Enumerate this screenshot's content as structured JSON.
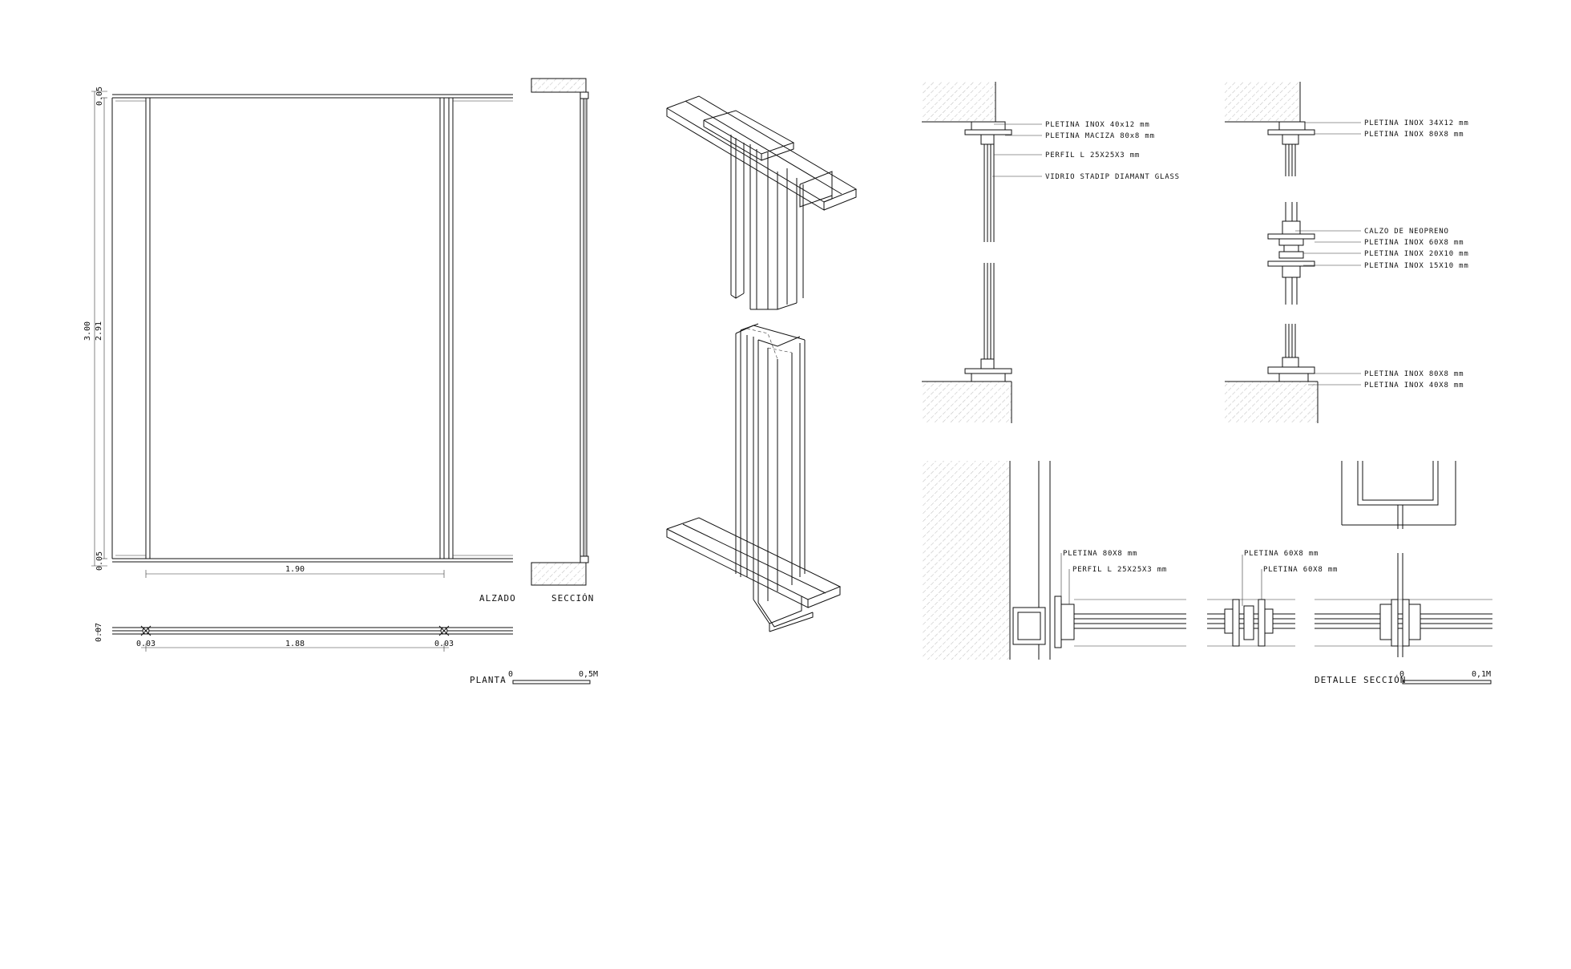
{
  "elevation": {
    "title": "ALZADO",
    "dim_total_height": "3.00",
    "dim_inner_height": "2.91",
    "dim_top": "0.05",
    "dim_bottom": "0.05",
    "dim_width": "1.90"
  },
  "section": {
    "title": "SECCIÓN"
  },
  "plan": {
    "title": "PLANTA",
    "dim_depth": "0.07",
    "dim_left": "0.03",
    "dim_center": "1.88",
    "dim_right": "0.03",
    "scale_start": "0",
    "scale_end": "0,5M"
  },
  "detail_top_left": {
    "labels": [
      "PLETINA INOX 40x12 mm",
      "PLETINA MACIZA 80x8 mm",
      "PERFIL L 25X25X3 mm",
      "VIDRIO STADIP DIAMANT GLASS"
    ]
  },
  "detail_top_right": {
    "labels_top": [
      "PLETINA INOX 34X12 mm",
      "PLETINA INOX 80X8 mm"
    ],
    "labels_mid": [
      "CALZO DE NEOPRENO",
      "PLETINA INOX 60X8 mm",
      "PLETINA INOX 20X10 mm",
      "PLETINA INOX 15X10 mm"
    ],
    "labels_bottom": [
      "PLETINA INOX 80X8 mm",
      "PLETINA INOX 40X8 mm"
    ]
  },
  "detail_plan": {
    "labels_left": [
      "PLETINA 80X8 mm",
      "PERFIL L 25X25X3 mm"
    ],
    "labels_mid": [
      "PLETINA 60X8 mm",
      "PLETINA 60X8 mm"
    ],
    "title": "DETALLE SECCIÓN",
    "scale_start": "0",
    "scale_end": "0,1M"
  }
}
